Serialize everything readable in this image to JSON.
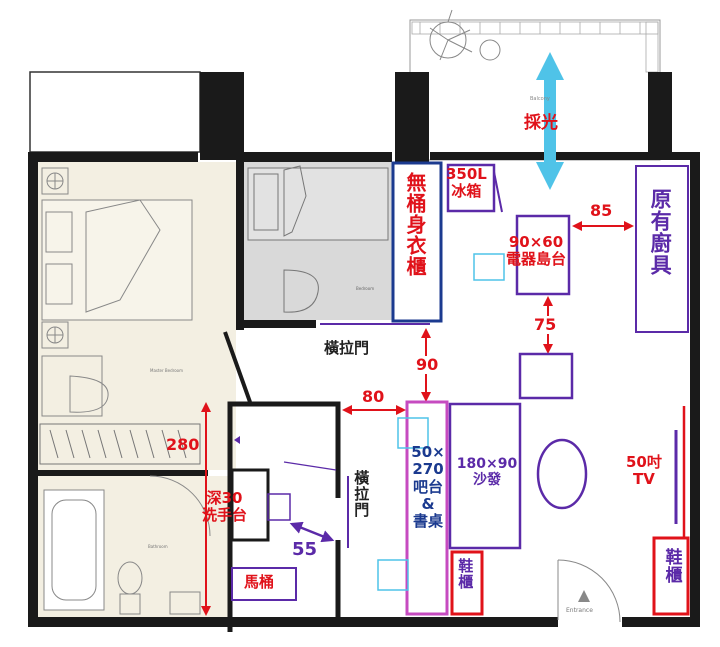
{
  "plan": {
    "rooms": {
      "balcony": "Balcony",
      "master_bedroom": "Master Bedroom",
      "bedroom": "Bedroom",
      "bathroom": "Bathroom",
      "entrance": "Entrance"
    },
    "annotations": {
      "daylight": "採光",
      "fridge": "350L\n冰箱",
      "wardrobe": "無桶身衣櫃",
      "appliance_island": "90×60\n電器島台",
      "original_kitchen": "原有廚具",
      "sliding_door_top": "橫拉門",
      "sliding_door_side": "橫拉門",
      "bar_desk": "50×\n270\n吧台\n&\n書桌",
      "sofa": "180×90\n沙發",
      "tv": "50吋\nTV",
      "shoe_cabinet_left": "鞋櫃",
      "shoe_cabinet_right": "鞋櫃",
      "washbasin": "深30\n洗手台",
      "toilet": "馬桶"
    },
    "dimensions": {
      "d85": "85",
      "d75": "75",
      "d90": "90",
      "d80": "80",
      "d280": "280",
      "d55": "55"
    }
  },
  "colors": {
    "wall": "#1a1a1a",
    "red": "#e0121a",
    "purple": "#5b2aa8",
    "magenta": "#c64bc0",
    "cyan": "#4fc3e8",
    "blue": "#1b3a8f",
    "floor_beige": "#f3efe2"
  }
}
